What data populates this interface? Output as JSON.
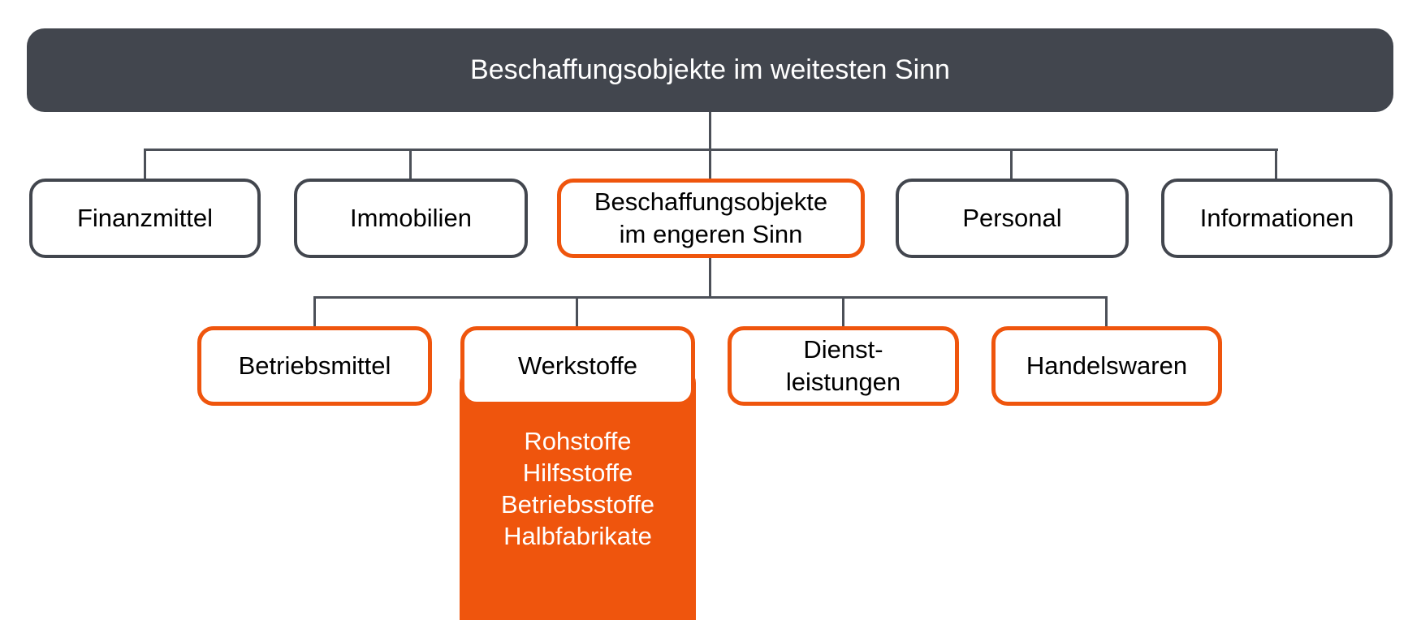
{
  "colors": {
    "bar_background": "#42464E",
    "gray_border": "#42464E",
    "accent_orange": "#EF550D",
    "connector": "#4C5058",
    "bar_text": "#FFFFFF",
    "node_text": "#000000",
    "sub_box_text": "#FFFFFF"
  },
  "root": {
    "label": "Beschaffungsobjekte im weitesten Sinn"
  },
  "level2": {
    "finanzmittel": {
      "label": "Finanzmittel"
    },
    "immobilien": {
      "label": "Immobilien"
    },
    "beschaffungsobjekte_engeren": {
      "line1": "Beschaffungsobjekte",
      "line2": "im engeren Sinn"
    },
    "personal": {
      "label": "Personal"
    },
    "informationen": {
      "label": "Informationen"
    }
  },
  "level3": {
    "betriebsmittel": {
      "label": "Betriebsmittel"
    },
    "werkstoffe": {
      "label": "Werkstoffe"
    },
    "dienstleistungen": {
      "line1": "Dienst-",
      "line2": "leistungen"
    },
    "handelswaren": {
      "label": "Handelswaren"
    }
  },
  "werkstoffe_sub": {
    "items": [
      "Rohstoffe",
      "Hilfsstoffe",
      "Betriebsstoffe",
      "Halbfabrikate"
    ]
  }
}
